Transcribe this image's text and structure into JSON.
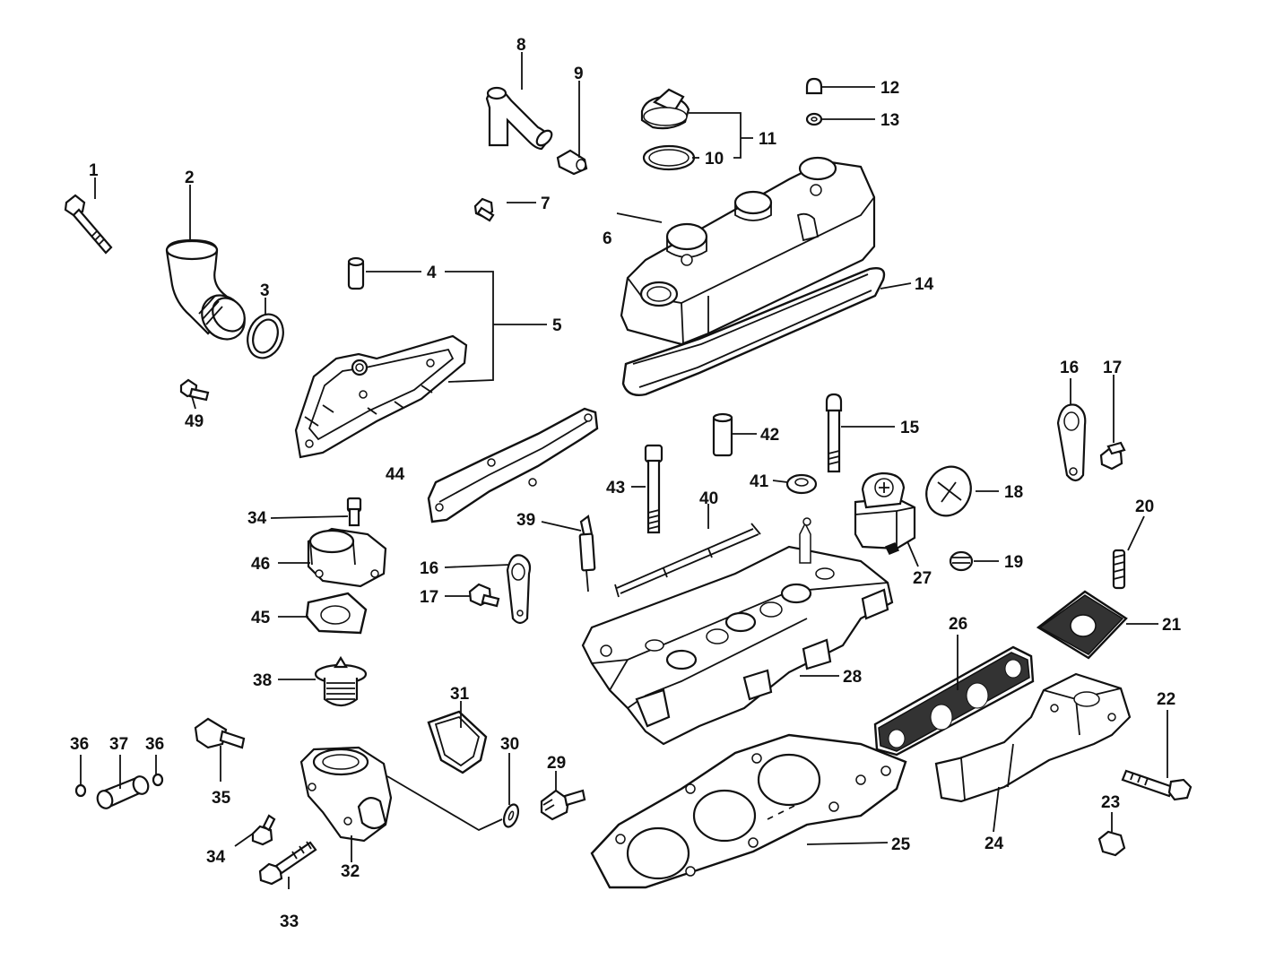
{
  "callouts": {
    "c1": "1",
    "c2": "2",
    "c3": "3",
    "c4": "4",
    "c5": "5",
    "c6": "6",
    "c7": "7",
    "c8": "8",
    "c9": "9",
    "c10": "10",
    "c11": "11",
    "c12": "12",
    "c13": "13",
    "c14": "14",
    "c15": "15",
    "c16a": "16",
    "c16b": "16",
    "c17a": "17",
    "c17b": "17",
    "c18": "18",
    "c19": "19",
    "c20": "20",
    "c21": "21",
    "c22": "22",
    "c23": "23",
    "c24": "24",
    "c25": "25",
    "c26": "26",
    "c27": "27",
    "c28": "28",
    "c29": "29",
    "c30": "30",
    "c31": "31",
    "c32": "32",
    "c33": "33",
    "c34a": "34",
    "c34b": "34",
    "c35": "35",
    "c36a": "36",
    "c36b": "36",
    "c37": "37",
    "c38": "38",
    "c39": "39",
    "c40": "40",
    "c41": "41",
    "c42": "42",
    "c43": "43",
    "c44": "44",
    "c45": "45",
    "c46": "46",
    "c49": "49"
  }
}
